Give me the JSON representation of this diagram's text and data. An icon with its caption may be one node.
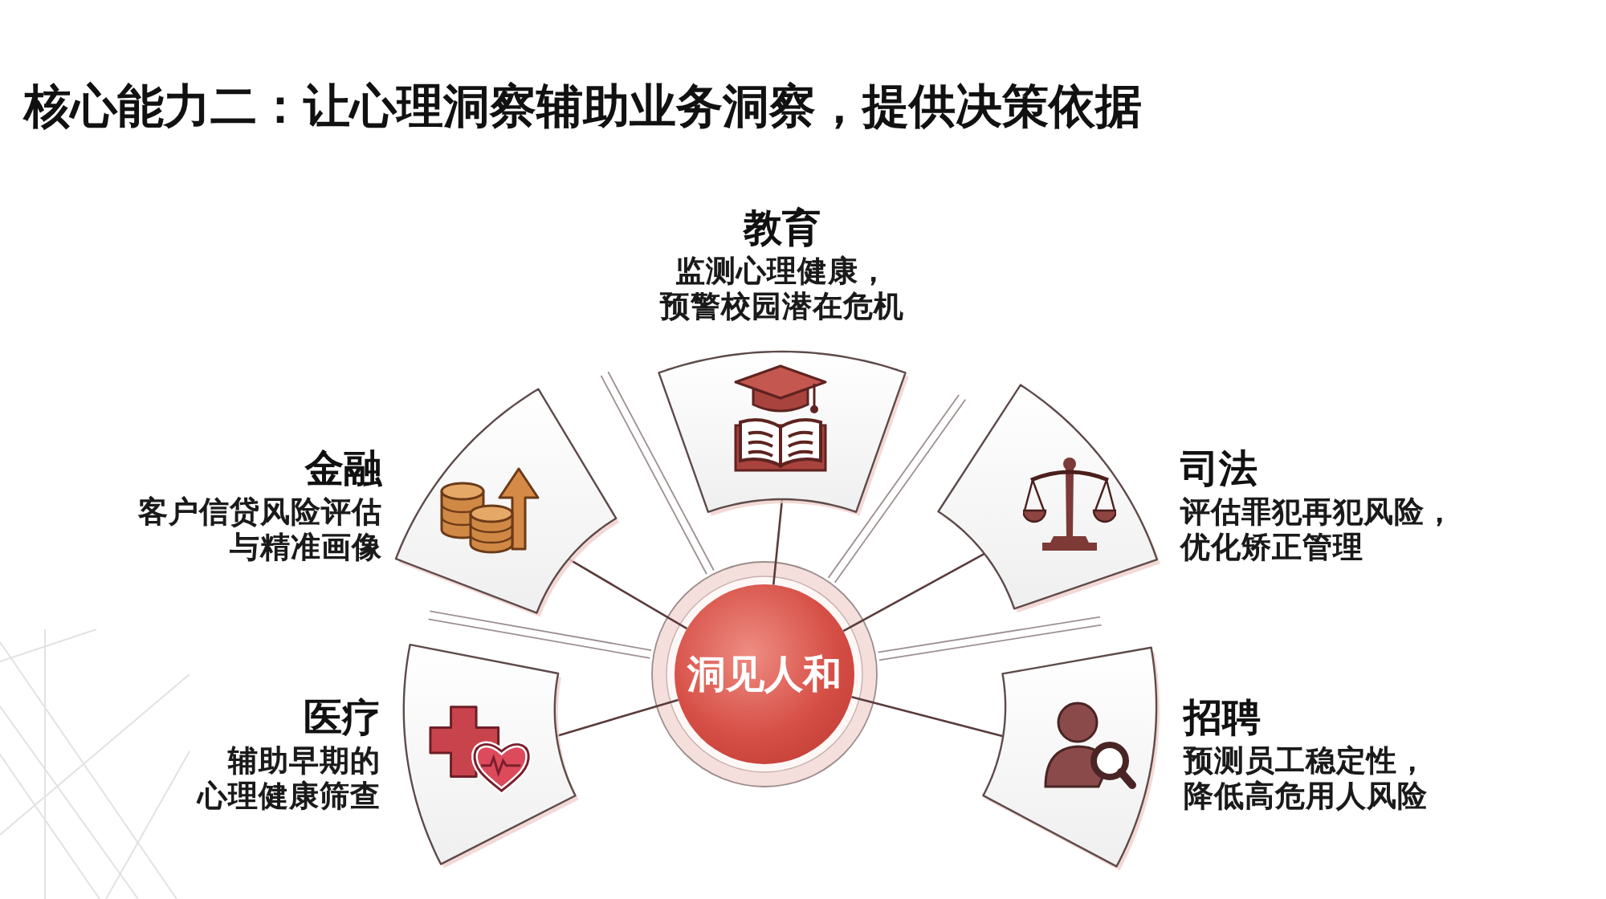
{
  "diagram": {
    "title": "核心能力二：让心理洞察辅助业务洞察，提供决策依据",
    "nodes": [
      {
        "text": [
          "教育",
          "监测心理健康，预警校园潜在危机"
        ]
      },
      {
        "text": [
          "金融",
          "客户信贷风险评估与精准画像"
        ]
      },
      {
        "text": [
          "司法",
          "评估罪犯再犯风险，优化矫正管理"
        ]
      },
      {
        "text": [
          "洞见人和"
        ]
      },
      {
        "text": [
          "医疗",
          "辅助早期的心理健康筛查"
        ]
      },
      {
        "text": [
          "招聘",
          "预测员工稳定性，降低高危用人风险"
        ]
      }
    ],
    "edges": [
      {
        "from": 3,
        "to": 0,
        "arrow": "none"
      },
      {
        "from": 3,
        "to": 1,
        "arrow": "none"
      },
      {
        "from": 3,
        "to": 2,
        "arrow": "none"
      },
      {
        "from": 3,
        "to": 4,
        "arrow": "none"
      },
      {
        "from": 3,
        "to": 5,
        "arrow": "none"
      }
    ]
  }
}
